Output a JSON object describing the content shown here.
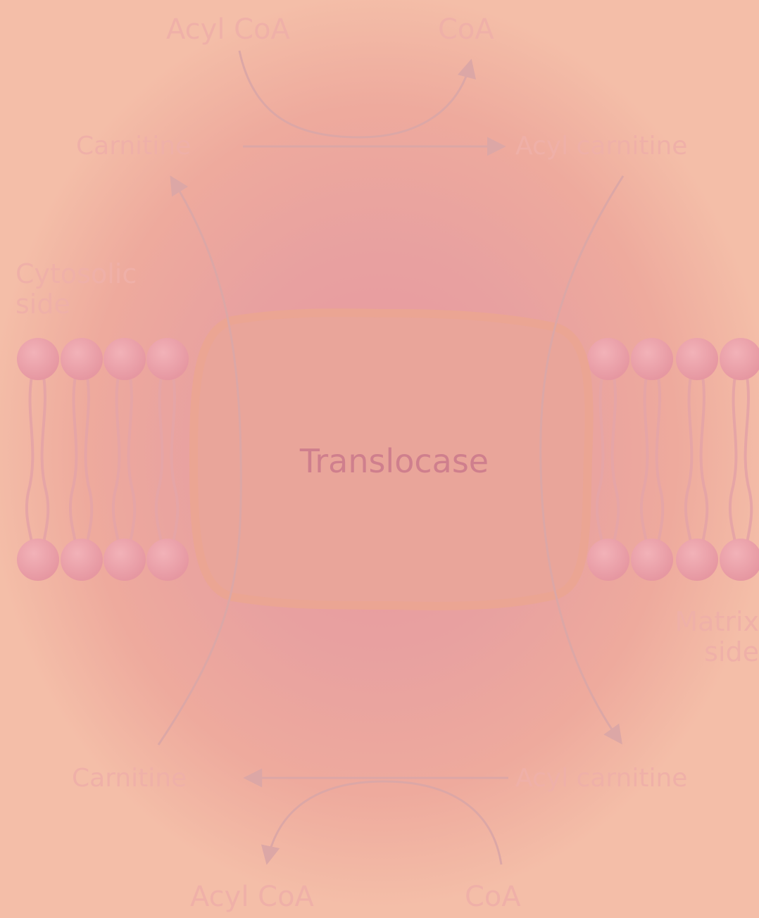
{
  "labels": {
    "top_acyl_coa": "Acyl CoA",
    "top_coa": "CoA",
    "top_carnitine": "Carnitine",
    "top_acyl_carnitine": "Acyl carnitine",
    "cytosolic_side": "Cytosolic side",
    "translocase": "Translocase",
    "matrix_side": "Matrix side",
    "bottom_carnitine": "Carnitine",
    "bottom_acyl_carnitine": "Acyl carnitine",
    "bottom_acyl_coa": "Acyl CoA",
    "bottom_coa": "CoA"
  },
  "colors": {
    "background_center": "#e796a0",
    "background_edge": "#f4bea8",
    "translocase_fill": "#e9a59a",
    "translocase_rim": "#eba593",
    "lipid_head": "#ec9ea7",
    "arrow": "#dca7a6",
    "label": "#efb0a8",
    "translocase_label": "#cf7f8d"
  }
}
